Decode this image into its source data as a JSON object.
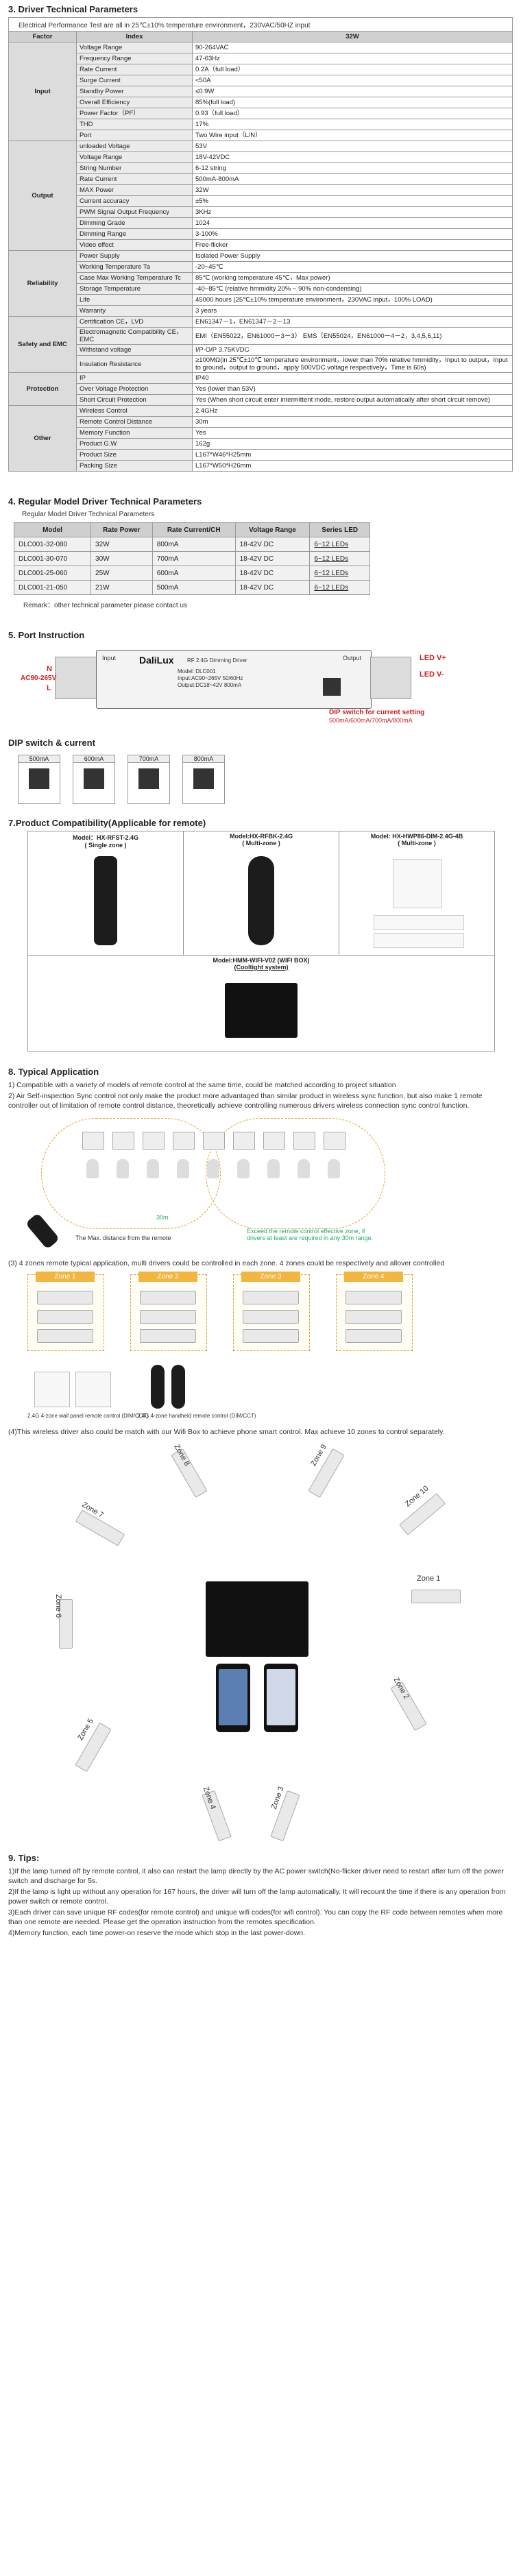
{
  "sec3": {
    "title": "3. Driver Technical Parameters",
    "note": "Electrical Performance Test are all in 25℃±10% temperature environment，230VAC/50HZ  input",
    "head": [
      "Factor",
      "Index",
      "32W"
    ],
    "groups": [
      {
        "name": "Input",
        "rows": [
          [
            "Voltage Range",
            "90-264VAC"
          ],
          [
            "Frequency Range",
            "47-63Hz"
          ],
          [
            "Rate Current",
            "0.2A（full load）"
          ],
          [
            "Surge Current",
            "<50A"
          ],
          [
            "Standby Power",
            "≤0.9W"
          ],
          [
            "Overall Efficiency",
            "85%(full load)"
          ],
          [
            "Power Factor（PF）",
            "0.93（full load）"
          ],
          [
            "THD",
            "17%"
          ],
          [
            "Port",
            "Two Wire input（L/N）"
          ]
        ]
      },
      {
        "name": "Output",
        "rows": [
          [
            "unloaded Voltage",
            "53V"
          ],
          [
            "Voltage Range",
            "18V-42VDC"
          ],
          [
            "String Number",
            "6-12 string"
          ],
          [
            "Rate Current",
            "500mA-800mA"
          ],
          [
            "MAX Power",
            "32W"
          ],
          [
            "Current accuracy",
            "±5%"
          ],
          [
            "PWM Signal Output Frequency",
            "3KHz"
          ],
          [
            "Dimming Grade",
            "1024"
          ],
          [
            "Dimming Range",
            "3-100%"
          ],
          [
            "Video effect",
            "Free-flicker"
          ]
        ]
      },
      {
        "name": "Reliability",
        "rows": [
          [
            "Power Supply",
            "Isolated Power Supply"
          ],
          [
            "Working Temperature  Ta",
            "-20~45℃"
          ],
          [
            "Case Max Working Temperature  Tc",
            "85℃ (working temperature  45℃，Max power)"
          ],
          [
            "Storage Temperature",
            "-40~85℃ (relative hmmidity 20% ~ 90% non-condensing)"
          ],
          [
            "Life",
            "45000 hours (25℃±10% temperature environment，230VAC input，100% LOAD)"
          ],
          [
            "Warranty",
            "3 years"
          ]
        ]
      },
      {
        "name": "Safety and EMC",
        "rows": [
          [
            "Certification CE，LVD",
            "EN61347－1，EN61347－2－13"
          ],
          [
            "Electromagnetic          Compatibility CE，EMC",
            "EMI（EN55022，EN61000－3－3） EMS（EN55024，EN61000－4－2，3,4,5,6,11)"
          ],
          [
            "Withstand voltage",
            "I/P-O/P  3.75KVDC"
          ],
          [
            "Insulation Resistance",
            "≥100MΩ(in 25℃±10℃ temperature environment，lower than 70% relative hmmidity，Input to output，Input to ground，output to ground，apply 500VDC voltage respectively，Time is 60s)"
          ]
        ]
      },
      {
        "name": "Protection",
        "rows": [
          [
            "IP",
            "IP40"
          ],
          [
            "Over Voltage Protection",
            "Yes (lower than 53V)"
          ],
          [
            "Short Circuit Protection",
            "Yes (When short circuit enter intermittent mode, restore output automatically after short circuit remove)"
          ]
        ]
      },
      {
        "name": "Other",
        "rows": [
          [
            "Wireless Control",
            "2.4GHz"
          ],
          [
            "Remote Control Distance",
            "30m"
          ],
          [
            "Memory Function",
            "Yes"
          ],
          [
            "Product G.W",
            "162g"
          ],
          [
            "Product Size",
            "L167*W46*H25mm"
          ],
          [
            "Packing Size",
            "L167*W50*H26mm"
          ]
        ]
      }
    ]
  },
  "sec4": {
    "title": "4. Regular Model Driver Technical Parameters",
    "subtitle": "Regular Model Driver Technical Parameters",
    "head": [
      "Model",
      "Rate Power",
      "Rate Current/CH",
      "Voltage Range",
      "Series LED"
    ],
    "rows": [
      [
        "DLC001-32-080",
        "32W",
        "800mA",
        "18-42V DC",
        "6~12 LEDs"
      ],
      [
        "DLC001-30-070",
        "30W",
        "700mA",
        "18-42V DC",
        "6~12 LEDs"
      ],
      [
        "DLC001-25-060",
        "25W",
        "600mA",
        "18-42V DC",
        "6~12 LEDs"
      ],
      [
        "DLC001-21-050",
        "21W",
        "500mA",
        "18-42V DC",
        "6~12 LEDs"
      ]
    ],
    "remark": "Remark：other technical parameter please contact us"
  },
  "sec5": {
    "title": "5. Port Instruction",
    "brand": "DaliLux",
    "driver_name": "RF 2.4G Dimming Driver",
    "model_line": "Model: DLC001",
    "input_line": "Input:AC90~265V 50/60Hz",
    "output_line": "Output:DC18~42V 800mA",
    "input_label": "Input",
    "output_label": "Output",
    "n": "N",
    "l": "L",
    "ac": "AC90-265V",
    "ledp": "LED V+",
    "ledm": "LED V-",
    "dip1": "DIP switch for current setting",
    "dip2": "500mA/600mA/700mA/800mA"
  },
  "dip": {
    "title": "DIP switch & current",
    "items": [
      "500mA",
      "600mA",
      "700mA",
      "800mA"
    ]
  },
  "sec7": {
    "title": "7.Product Compatibility(Applicable for remote)",
    "m1": "Model：HX-RFST-2.4G",
    "m1b": "( Single zone )",
    "m2": "Model:HX-RFBK-2.4G",
    "m2b": "( Multi-zone )",
    "m3": "Model: HX-HWP86-DIM-2.4G-4B",
    "m3b": "( Multi-zone )",
    "m4": "Model:HMM-WIFI-V02 (WIFI BOX)",
    "m4b": "(Cooltight system)"
  },
  "sec8": {
    "title": "8. Typical Application",
    "p1": "1) Compatible with a variety of models of remote control at the same time, could be matched according to project situation",
    "p2": "2) Air Self-inspection Sync control not only make the product more advantaged than similar product in wireless sync function, but also make 1 remote controller out of limitation of remote control distance, theoretically achieve controlling numerous drivers wireless connection sync control function.",
    "d30": "30m",
    "distnote": "The Max. distance from the remote",
    "exceed": "Exceed the remote control effective zone, if drivers at least are required in any 30m range.",
    "p3": "(3) 4 zones remote typical application, multi drivers could be controlled in each zone. 4 zones could be respectively and allover controlled",
    "zones": [
      "Zone 1",
      "Zone 2",
      "Zone 3",
      "Zone 4"
    ],
    "cap1": "2.4G 4-zone wall panel remote control (DIM/CCT)",
    "cap2": "2.4G 4-zone  handheld remote control (DIM/CCT)",
    "p4": "(4)This wireless driver also could be match with our Wifi Box to achieve phone smart control. Max achieve 10 zones to control separately.",
    "wifi_zones": [
      "Zone 1",
      "Zone 2",
      "Zone 3",
      "Zone 4",
      "Zone 5",
      "Zone 6",
      "Zone 7",
      "Zone 8",
      "Zone 9",
      "Zone 10"
    ]
  },
  "sec9": {
    "title": "9. Tips:",
    "tips": [
      "1)If the lamp turned off by remote control, it also can restart the lamp directly by the AC power switch(No-flicker driver need to restart after turn off the power switch and discharge for 5s.",
      "2)If the lamp is light up without any operation for 167 hours, the driver will turn off the lamp automatically. It will recount the time if there is any operation from power switch or remote control.",
      "3)Each driver can save unique RF codes(for remote control) and unique wifi codes(for wifi control). You can copy the RF code between remotes when more than one remote are needed. Please get the operation instruction from the remotes specification.",
      "4)Memory function, each time power-on reserve the mode which stop in the last power-down."
    ]
  },
  "colors": {
    "accent_red": "#cc1f1f",
    "zone_orange": "#f2b540",
    "header_gray": "#cfcfcf"
  }
}
